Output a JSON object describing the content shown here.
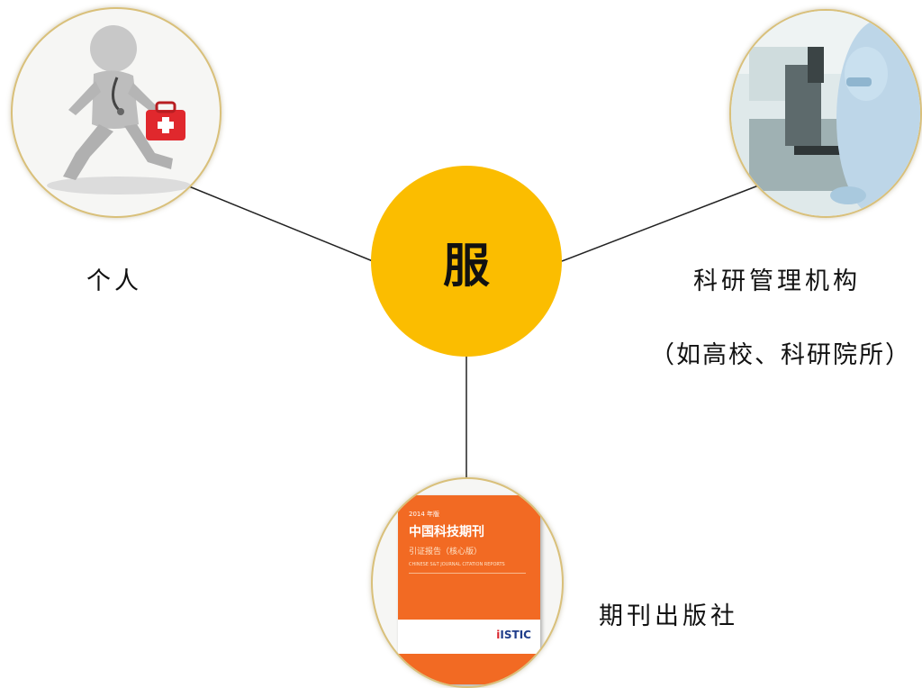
{
  "center": {
    "label": "服"
  },
  "nodes": {
    "individual": {
      "label": "个人",
      "icon": "running-doctor-icon"
    },
    "research": {
      "label_line1": "科研管理机构",
      "label_line2": "（如高校、科研院所）",
      "icon": "lab-microscope-icon"
    },
    "publisher": {
      "label": "期刊出版社",
      "icon": "journal-report-cover-icon"
    }
  },
  "book_cover": {
    "year": "2014 年版",
    "title": "中国科技期刊",
    "subtitle": "引证报告（核心版）",
    "english": "CHINESE S&T JOURNAL CITATION REPORTS",
    "logo": "ISTIC"
  },
  "colors": {
    "center_fill": "#fbbd00",
    "ring": "#d9c07a",
    "book": "#f26a23"
  }
}
